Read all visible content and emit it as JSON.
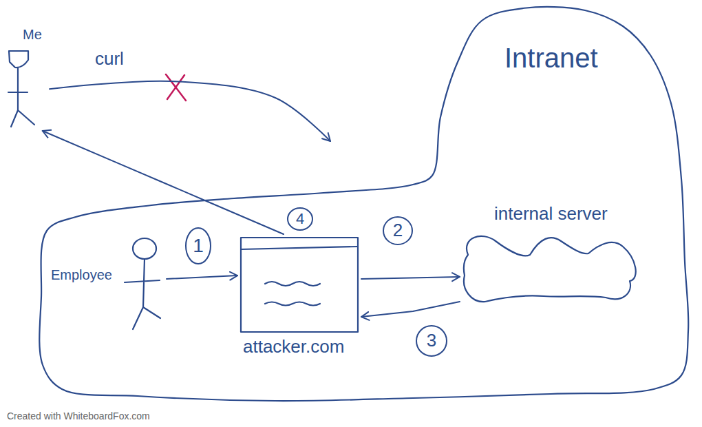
{
  "diagram": {
    "nodes": [
      {
        "text": [
          "Me"
        ]
      },
      {
        "text": [
          "Intranet"
        ]
      },
      {
        "text": [
          "Employee"
        ],
        "in": 1
      },
      {
        "text": [
          "attacker.com"
        ],
        "in": 1
      },
      {
        "text": [
          "internal server"
        ],
        "in": 1
      }
    ],
    "edges": [
      {
        "from": 0,
        "to": 1,
        "arrow": "to",
        "label": "curl"
      },
      {
        "from": 2,
        "to": 3,
        "arrow": "to"
      },
      {
        "from": 3,
        "to": 4,
        "arrow": "to"
      },
      {
        "from": 4,
        "to": 3,
        "arrow": "to"
      },
      {
        "from": 3,
        "to": 0,
        "arrow": "to"
      }
    ],
    "labels": [
      "1",
      "2",
      "3",
      "4",
      "Created with WhiteboardFox.com"
    ]
  }
}
